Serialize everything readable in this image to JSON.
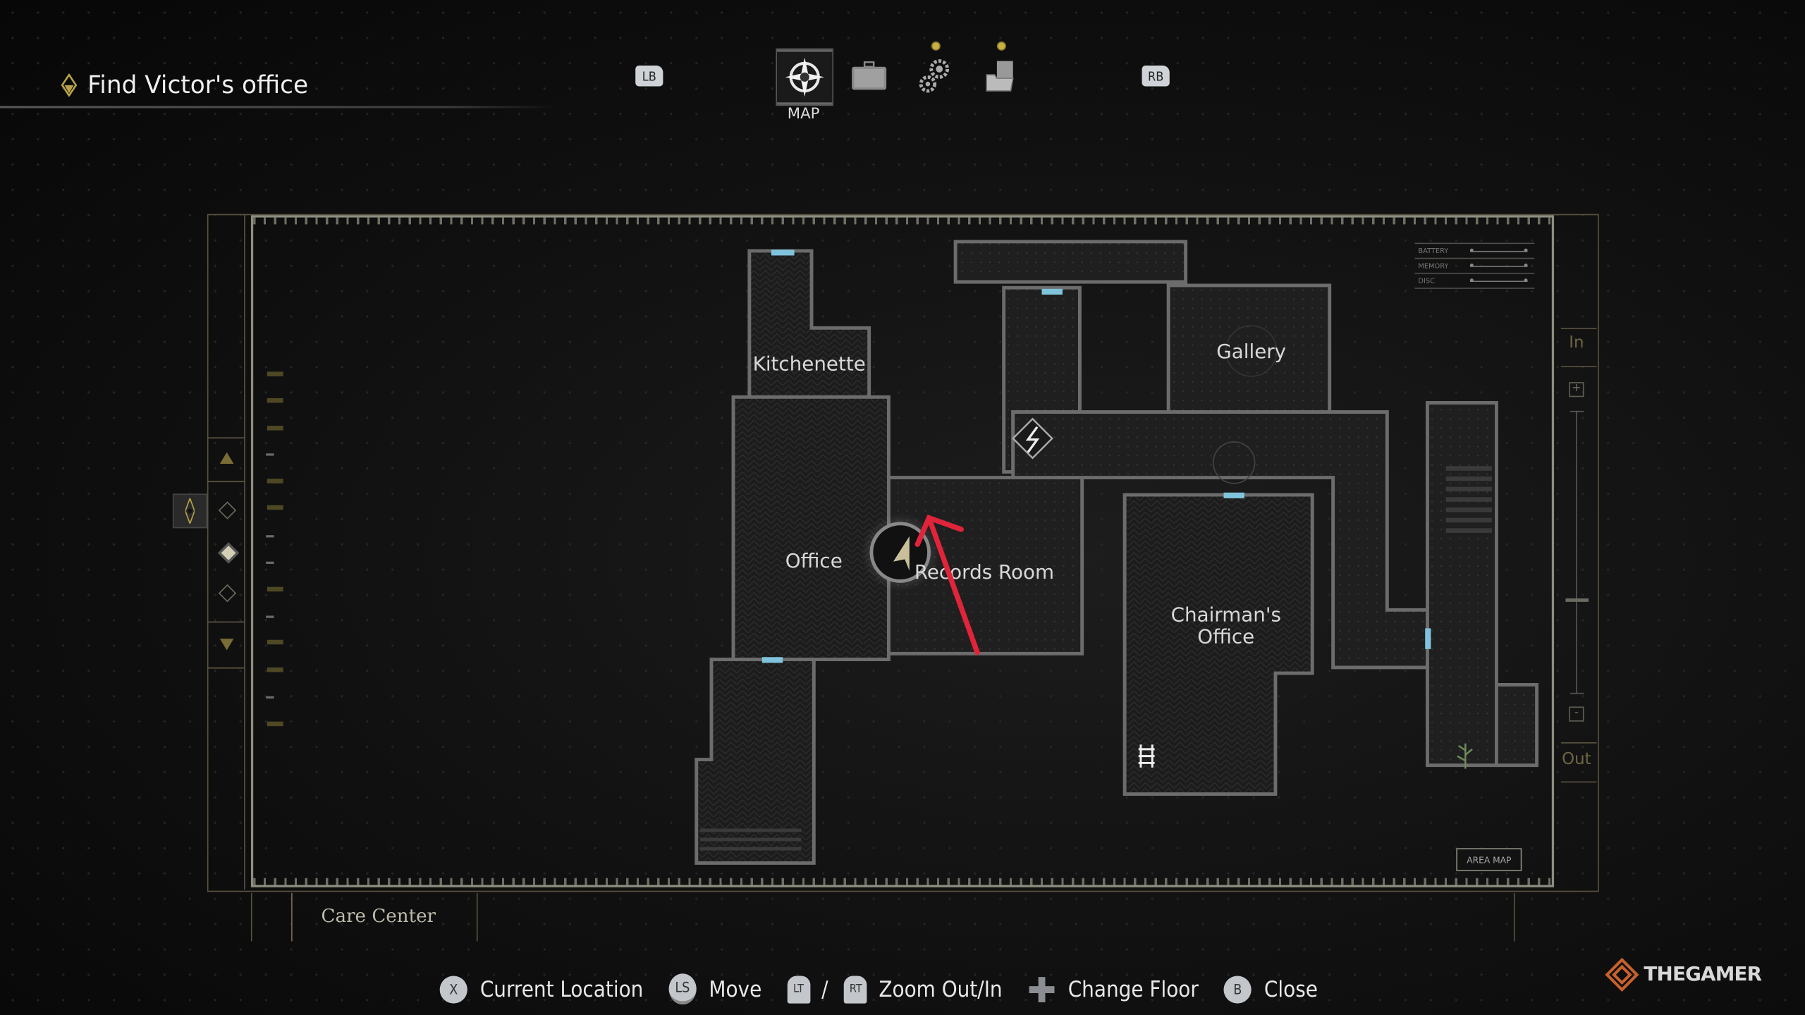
{
  "objective": {
    "icon": "objective-diamond-icon",
    "text": "Find Victor's office"
  },
  "tabs": {
    "prev_bumper": "LB",
    "next_bumper": "RB",
    "items": [
      {
        "name": "map",
        "label": "MAP",
        "icon": "compass-icon",
        "active": true
      },
      {
        "name": "inventory",
        "icon": "briefcase-icon",
        "active": false
      },
      {
        "name": "settings",
        "icon": "gears-icon",
        "active": false,
        "notification": true
      },
      {
        "name": "files",
        "icon": "files-icon",
        "active": false,
        "notification": true
      }
    ]
  },
  "map": {
    "rooms": [
      "Kitchenette",
      "Office",
      "Records Room",
      "Gallery",
      "Chairman's Office"
    ],
    "area_name": "Care Center",
    "area_map_label": "AREA MAP",
    "status": [
      {
        "label": "BATTERY"
      },
      {
        "label": "MEMORY"
      },
      {
        "label": "DISC"
      }
    ],
    "zoom": {
      "in_label": "In",
      "out_label": "Out",
      "plus": "+",
      "minus": "-",
      "level": 0.33
    },
    "floor_selector": {
      "floors": 3,
      "selected_index": 1
    },
    "colors": {
      "door": "#7fc4dc",
      "annotation_arrow": "#e0243a",
      "accent_gold": "#8a7a40"
    }
  },
  "controls": [
    {
      "button": "X",
      "label": "Current Location"
    },
    {
      "button": "LS",
      "label": "Move"
    },
    {
      "button": "LT",
      "separator": "/",
      "button2": "RT",
      "label": "Zoom Out/In"
    },
    {
      "button": "dpad",
      "label": "Change Floor"
    },
    {
      "button": "B",
      "label": "Close"
    }
  ],
  "watermark": "THEGAMER"
}
